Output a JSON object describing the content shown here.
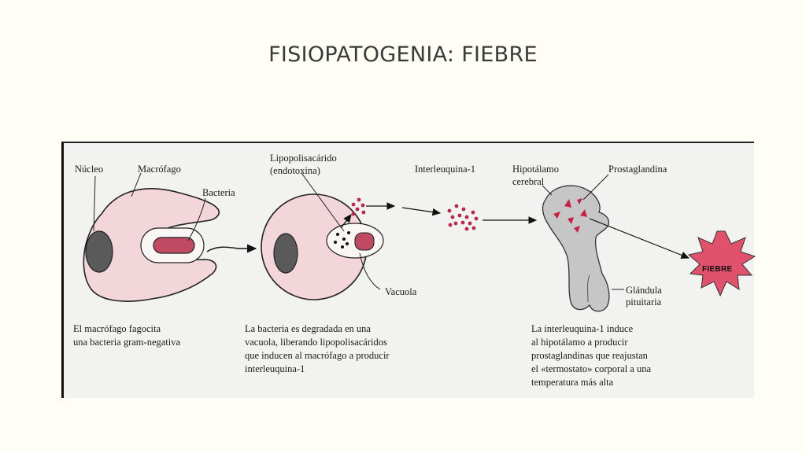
{
  "title": "FISIOPATOGENIA: FIEBRE",
  "labels": {
    "nucleo": "Núcleo",
    "macrofago": "Macrófago",
    "bacteria": "Bacteria",
    "lipo_1": "Lipopolisacárido",
    "lipo_2": "(endotoxina)",
    "interleuquina": "Interleuquina-1",
    "hipotalamo_1": "Hipotálamo",
    "hipotalamo_2": "cerebral",
    "prostaglandina": "Prostaglandina",
    "vacuola": "Vacuola",
    "glandula_1": "Glándula",
    "glandula_2": "pituitaria",
    "fiebre": "FIEBRE"
  },
  "captions": {
    "step1": "El macrófago fagocita\nuna bacteria gram-negativa",
    "step2": "La bacteria es degradada en una\nvacuola, liberando lipopolisacáridos\nque inducen al macrófago a producir\ninterleuquina-1",
    "step3": "La interleuquina-1 induce\nal hipotálamo a producir\nprostaglandinas que reajustan\nel «termostato» corporal a una\ntemperatura más alta"
  },
  "colors": {
    "cell": "#f2d6da",
    "bacteria": "#c14a63",
    "nucleus": "#5a5a5a",
    "brain": "#c6c6c6",
    "dots": "#b82849",
    "burst": "#e0526b"
  }
}
